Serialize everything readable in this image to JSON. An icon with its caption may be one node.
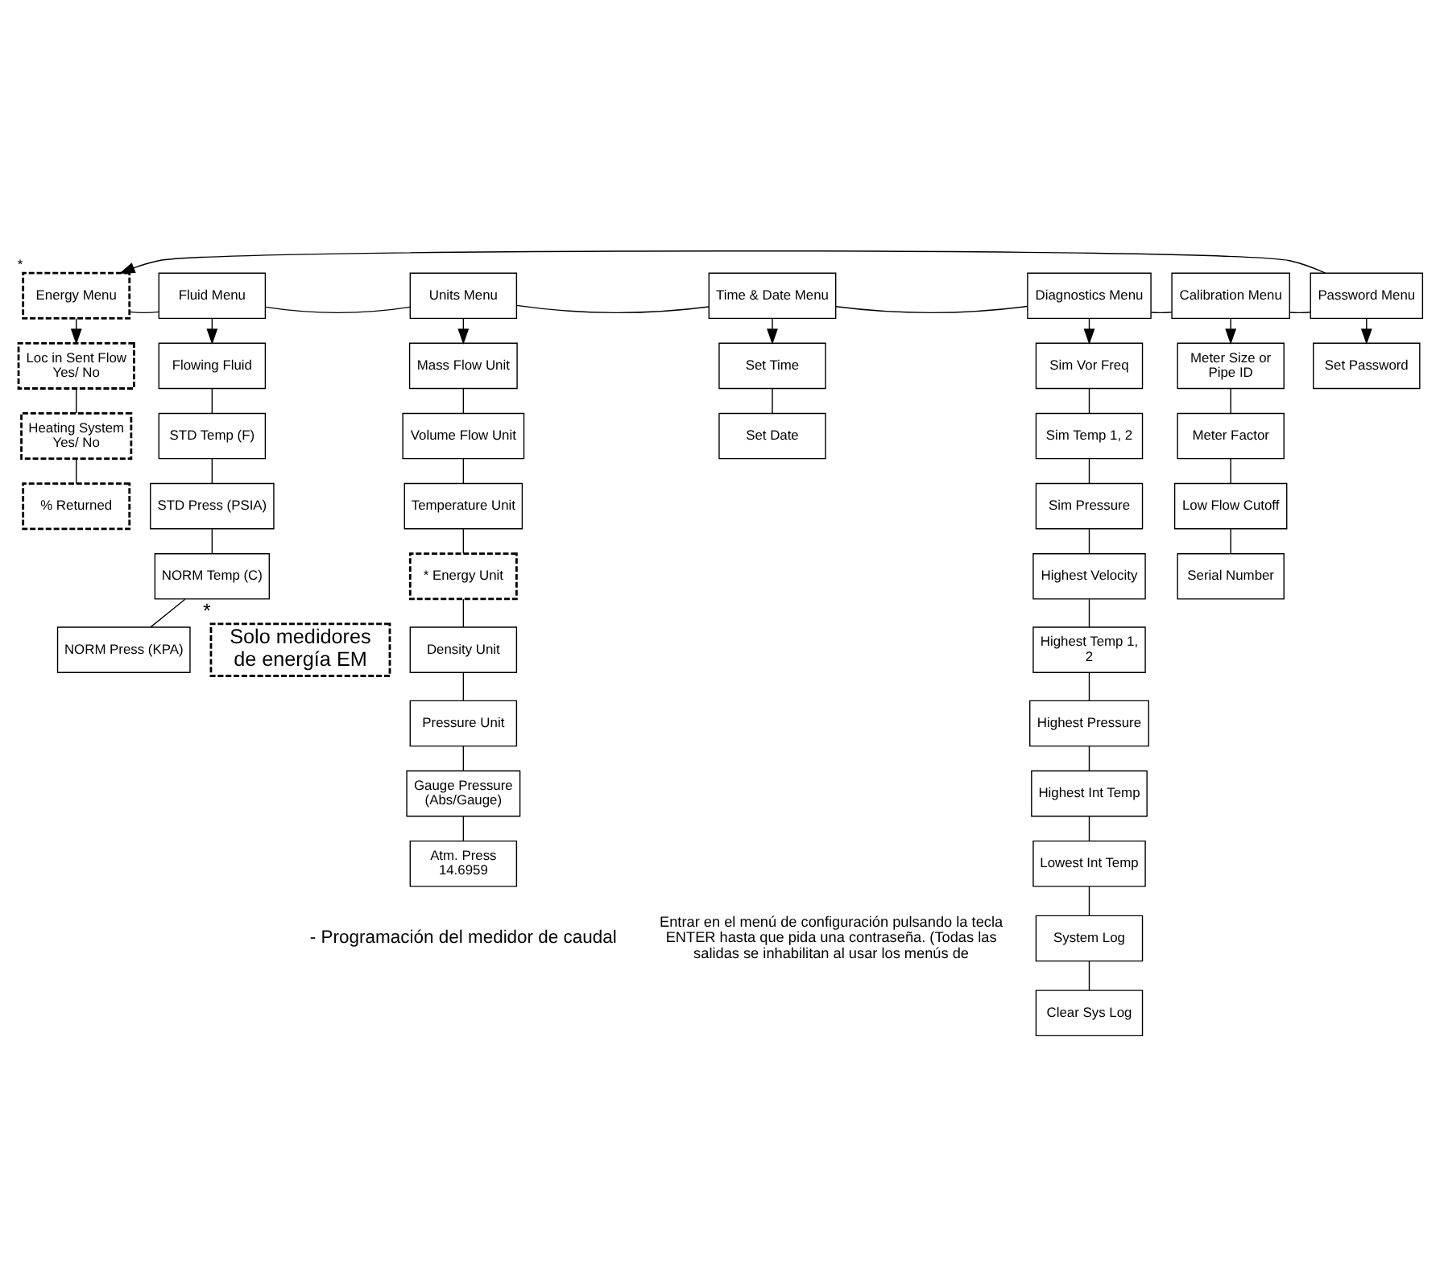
{
  "diagram": {
    "nodes": [
      {
        "text": [
          "Energy Menu"
        ],
        "beside": [
          "*"
        ]
      },
      {
        "text": [
          "Fluid Menu"
        ]
      },
      {
        "text": [
          "Units Menu"
        ]
      },
      {
        "text": [
          "Time & Date Menu"
        ]
      },
      {
        "text": [
          "Diagnostics Menu"
        ]
      },
      {
        "text": [
          "Calibration Menu"
        ]
      },
      {
        "text": [
          "Password Menu"
        ]
      },
      {
        "text": [
          "Loc in Sent Flow Yes/ No"
        ]
      },
      {
        "text": [
          "Heating System Yes/ No"
        ]
      },
      {
        "text": [
          "% Returned"
        ]
      },
      {
        "text": [
          "Flowing Fluid"
        ]
      },
      {
        "text": [
          "STD Temp (F)"
        ]
      },
      {
        "text": [
          "STD Press (PSIA)"
        ]
      },
      {
        "text": [
          "NORM Temp (C)"
        ]
      },
      {
        "text": [
          "NORM Press (KPA)"
        ]
      },
      {
        "text": [
          "Mass Flow Unit"
        ]
      },
      {
        "text": [
          "Volume Flow Unit"
        ]
      },
      {
        "text": [
          "Temperature Unit"
        ]
      },
      {
        "text": [
          "* Energy Unit"
        ]
      },
      {
        "text": [
          "Density Unit"
        ]
      },
      {
        "text": [
          "Pressure Unit"
        ]
      },
      {
        "text": [
          "Gauge Pressure (Abs/Gauge)"
        ]
      },
      {
        "text": [
          "Atm. Press 14.6959"
        ]
      },
      {
        "text": [
          "Set Time"
        ]
      },
      {
        "text": [
          "Set Date"
        ]
      },
      {
        "text": [
          "Sim Vor Freq"
        ]
      },
      {
        "text": [
          "Sim Temp 1, 2"
        ]
      },
      {
        "text": [
          "Sim Pressure"
        ]
      },
      {
        "text": [
          "Highest Velocity"
        ]
      },
      {
        "text": [
          "Highest Temp 1, 2"
        ]
      },
      {
        "text": [
          "Highest Pressure"
        ]
      },
      {
        "text": [
          "Highest Int Temp"
        ]
      },
      {
        "text": [
          "Lowest Int Temp"
        ]
      },
      {
        "text": [
          "System Log"
        ]
      },
      {
        "text": [
          "Clear Sys Log"
        ]
      },
      {
        "text": [
          "Meter Size or Pipe ID"
        ]
      },
      {
        "text": [
          "Meter Factor"
        ]
      },
      {
        "text": [
          "Low Flow Cutoff"
        ]
      },
      {
        "text": [
          "Serial Number"
        ]
      },
      {
        "text": [
          "Set Password"
        ]
      },
      {
        "text": [
          "Solo medidores de energía EM"
        ],
        "beside": [
          "*"
        ]
      }
    ],
    "edges": [
      {
        "from": 0,
        "to": 1,
        "arrow": "none"
      },
      {
        "from": 1,
        "to": 2,
        "arrow": "none"
      },
      {
        "from": 2,
        "to": 3,
        "arrow": "none"
      },
      {
        "from": 3,
        "to": 4,
        "arrow": "none"
      },
      {
        "from": 4,
        "to": 5,
        "arrow": "none"
      },
      {
        "from": 5,
        "to": 6,
        "arrow": "none"
      },
      {
        "from": 6,
        "to": 0,
        "arrow": "to"
      },
      {
        "from": 0,
        "to": 7,
        "arrow": "to"
      },
      {
        "from": 7,
        "to": 8,
        "arrow": "none"
      },
      {
        "from": 8,
        "to": 9,
        "arrow": "none"
      },
      {
        "from": 1,
        "to": 10,
        "arrow": "to"
      },
      {
        "from": 10,
        "to": 11,
        "arrow": "none"
      },
      {
        "from": 11,
        "to": 12,
        "arrow": "none"
      },
      {
        "from": 12,
        "to": 13,
        "arrow": "none"
      },
      {
        "from": 13,
        "to": 14,
        "arrow": "none"
      },
      {
        "from": 2,
        "to": 15,
        "arrow": "to"
      },
      {
        "from": 15,
        "to": 16,
        "arrow": "none"
      },
      {
        "from": 16,
        "to": 17,
        "arrow": "none"
      },
      {
        "from": 17,
        "to": 18,
        "arrow": "none"
      },
      {
        "from": 18,
        "to": 19,
        "arrow": "none"
      },
      {
        "from": 19,
        "to": 20,
        "arrow": "none"
      },
      {
        "from": 20,
        "to": 21,
        "arrow": "none"
      },
      {
        "from": 21,
        "to": 22,
        "arrow": "none"
      },
      {
        "from": 3,
        "to": 23,
        "arrow": "to"
      },
      {
        "from": 23,
        "to": 24,
        "arrow": "none"
      },
      {
        "from": 4,
        "to": 25,
        "arrow": "to"
      },
      {
        "from": 25,
        "to": 26,
        "arrow": "none"
      },
      {
        "from": 26,
        "to": 27,
        "arrow": "none"
      },
      {
        "from": 27,
        "to": 28,
        "arrow": "none"
      },
      {
        "from": 28,
        "to": 29,
        "arrow": "none"
      },
      {
        "from": 29,
        "to": 30,
        "arrow": "none"
      },
      {
        "from": 30,
        "to": 31,
        "arrow": "none"
      },
      {
        "from": 31,
        "to": 32,
        "arrow": "none"
      },
      {
        "from": 32,
        "to": 33,
        "arrow": "none"
      },
      {
        "from": 33,
        "to": 34,
        "arrow": "none"
      },
      {
        "from": 5,
        "to": 35,
        "arrow": "to"
      },
      {
        "from": 35,
        "to": 36,
        "arrow": "none"
      },
      {
        "from": 36,
        "to": 37,
        "arrow": "none"
      },
      {
        "from": 37,
        "to": 38,
        "arrow": "none"
      },
      {
        "from": 6,
        "to": 39,
        "arrow": "to"
      }
    ],
    "labels": [
      "- Programación del medidor de caudal",
      "Entrar en el menú de configuración pulsando la tecla ENTER hasta que pida una contraseña. (Todas las salidas se inhabilitan al usar los menús de"
    ]
  }
}
